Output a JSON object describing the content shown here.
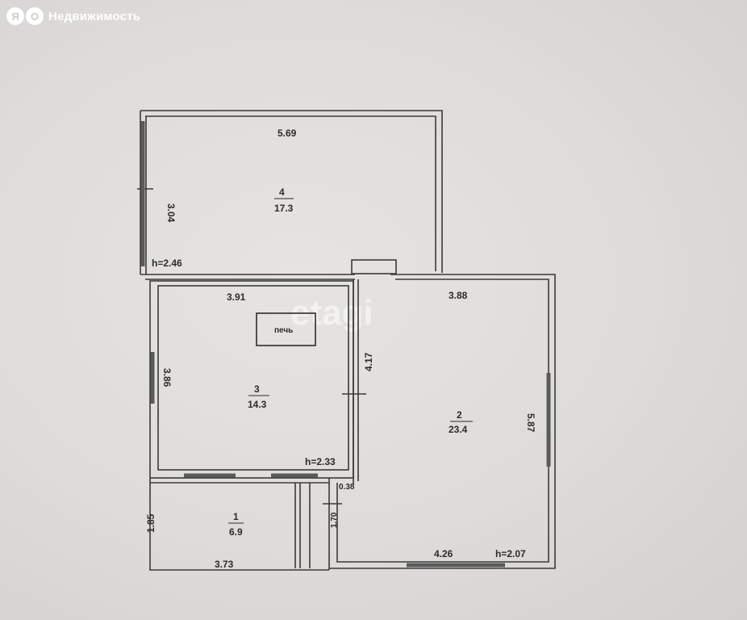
{
  "watermark": {
    "logo_letters": [
      "Я",
      "О"
    ],
    "text": "Недвижимость"
  },
  "stamp_text": "etagi",
  "stove_label": "печь",
  "rooms": [
    {
      "number": "1",
      "area": "6.9"
    },
    {
      "number": "2",
      "area": "23.4"
    },
    {
      "number": "3",
      "area": "14.3"
    },
    {
      "number": "4",
      "area": "17.3"
    }
  ],
  "dimensions": {
    "room4_width": "5.69",
    "room4_depth": "3.04",
    "room4_height": "h=2.46",
    "room3_width": "3.91",
    "room3_depth": "3.86",
    "room3_height": "h=2.33",
    "wall_4_17": "4.17",
    "room2_width": "3.88",
    "room2_depth": "5.87",
    "room2_bottom": "4.26",
    "room2_height": "h=2.07",
    "room1_depth": "1.85",
    "room1_width": "3.73",
    "passage_0_38": "0.38",
    "passage_1_70": "1.70"
  },
  "colors": {
    "wall": "#3a3a3a",
    "window": "#5a5a5a",
    "background": "#e2e0dd"
  }
}
